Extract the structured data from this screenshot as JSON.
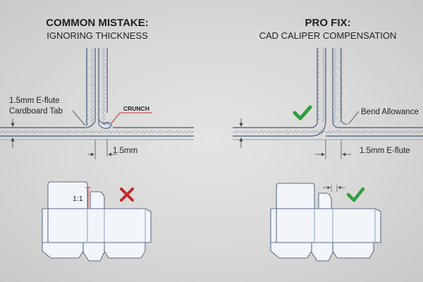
{
  "left_panel": {
    "heading": "COMMON MISTAKE:",
    "subheading": "IGNORING THICKNESS",
    "material_label_line1": "1.5mm E-flute",
    "material_label_line2": "Cardboard Tab",
    "collision_label": "CRUNCH",
    "gap_label": "1.5mm",
    "ratio_label": "1:1",
    "status": "error"
  },
  "right_panel": {
    "heading": "PRO FIX:",
    "subheading": "CAD CALIPER COMPENSATION",
    "allowance_label": "Bend Allowance",
    "gap_label": "1.5mm E-flute",
    "status": "ok"
  },
  "colors": {
    "error_red": "#c62828",
    "ok_green": "#2e9e3e",
    "linework": "#5a6f8a",
    "callout_red": "#d32f2f",
    "text": "#222222"
  },
  "icons": {
    "error": "cross-mark-icon",
    "ok": "check-mark-icon"
  }
}
